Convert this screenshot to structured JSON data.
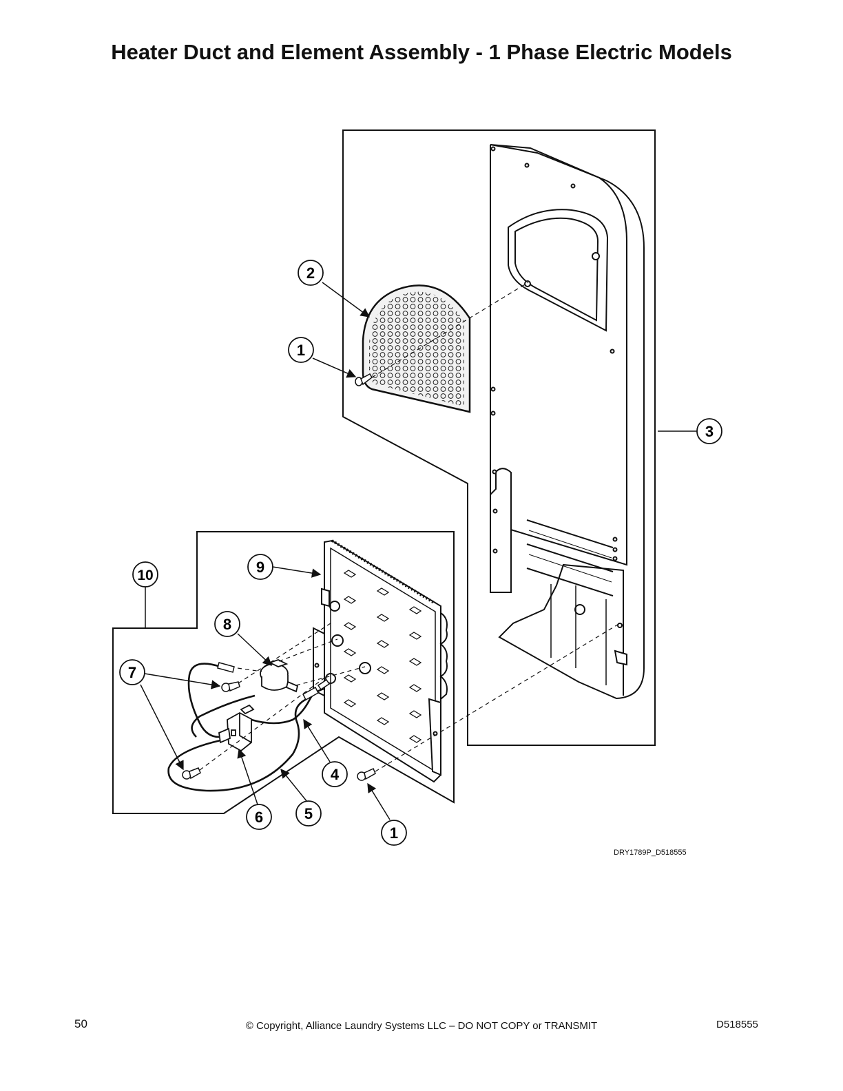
{
  "title": "Heater Duct and Element Assembly - 1 Phase Electric Models",
  "figure_id": "DRY1789P_D518555",
  "callouts": [
    {
      "id": "c2",
      "label": "2"
    },
    {
      "id": "c1a",
      "label": "1"
    },
    {
      "id": "c3",
      "label": "3"
    },
    {
      "id": "c10",
      "label": "10"
    },
    {
      "id": "c9",
      "label": "9"
    },
    {
      "id": "c8",
      "label": "8"
    },
    {
      "id": "c7",
      "label": "7"
    },
    {
      "id": "c4",
      "label": "4"
    },
    {
      "id": "c6",
      "label": "6"
    },
    {
      "id": "c5",
      "label": "5"
    },
    {
      "id": "c1b",
      "label": "1"
    }
  ],
  "footer": {
    "page_number": "50",
    "copyright": "© Copyright, Alliance Laundry Systems LLC – DO NOT COPY or TRANSMIT",
    "document_number": "D518555"
  }
}
